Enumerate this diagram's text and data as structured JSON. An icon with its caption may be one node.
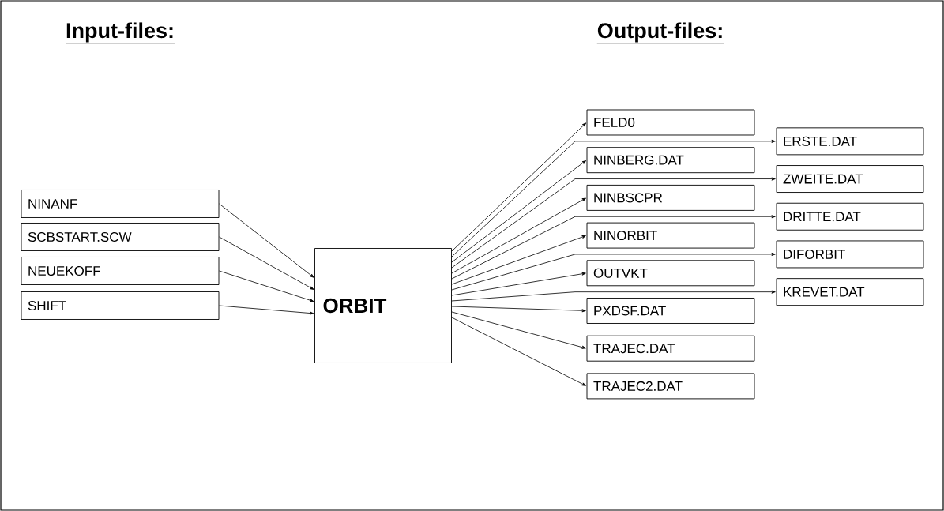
{
  "diagram": {
    "nodes": [
      {
        "text": [
          "NINANF"
        ]
      },
      {
        "text": [
          "SCBSTART.SCW"
        ]
      },
      {
        "text": [
          "NEUEKOFF"
        ]
      },
      {
        "text": [
          "SHIFT"
        ]
      },
      {
        "text": [
          "ORBIT"
        ]
      },
      {
        "text": [
          "FELD0"
        ]
      },
      {
        "text": [
          "NINBERG.DAT"
        ]
      },
      {
        "text": [
          "NINBSCPR"
        ]
      },
      {
        "text": [
          "NINORBIT"
        ]
      },
      {
        "text": [
          "OUTVKT"
        ]
      },
      {
        "text": [
          "PXDSF.DAT"
        ]
      },
      {
        "text": [
          "TRAJEC.DAT"
        ]
      },
      {
        "text": [
          "TRAJEC2.DAT"
        ]
      },
      {
        "text": [
          "ERSTE.DAT"
        ]
      },
      {
        "text": [
          "ZWEITE.DAT"
        ]
      },
      {
        "text": [
          "DRITTE.DAT"
        ]
      },
      {
        "text": [
          "DIFORBIT"
        ]
      },
      {
        "text": [
          "KREVET.DAT"
        ]
      }
    ],
    "edges": [
      {
        "from": 0,
        "to": 4,
        "arrow": "to"
      },
      {
        "from": 1,
        "to": 4,
        "arrow": "to"
      },
      {
        "from": 2,
        "to": 4,
        "arrow": "to"
      },
      {
        "from": 3,
        "to": 4,
        "arrow": "to"
      },
      {
        "from": 4,
        "to": 5,
        "arrow": "to"
      },
      {
        "from": 4,
        "to": 6,
        "arrow": "to"
      },
      {
        "from": 4,
        "to": 13,
        "arrow": "to"
      },
      {
        "from": 4,
        "to": 7,
        "arrow": "to"
      },
      {
        "from": 4,
        "to": 14,
        "arrow": "to"
      },
      {
        "from": 4,
        "to": 8,
        "arrow": "to"
      },
      {
        "from": 4,
        "to": 15,
        "arrow": "to"
      },
      {
        "from": 4,
        "to": 9,
        "arrow": "to"
      },
      {
        "from": 4,
        "to": 16,
        "arrow": "to"
      },
      {
        "from": 4,
        "to": 10,
        "arrow": "to"
      },
      {
        "from": 4,
        "to": 17,
        "arrow": "to"
      },
      {
        "from": 4,
        "to": 11,
        "arrow": "to"
      },
      {
        "from": 4,
        "to": 12,
        "arrow": "to"
      }
    ],
    "labels": [
      "Input-files:",
      "Output-files:"
    ]
  }
}
